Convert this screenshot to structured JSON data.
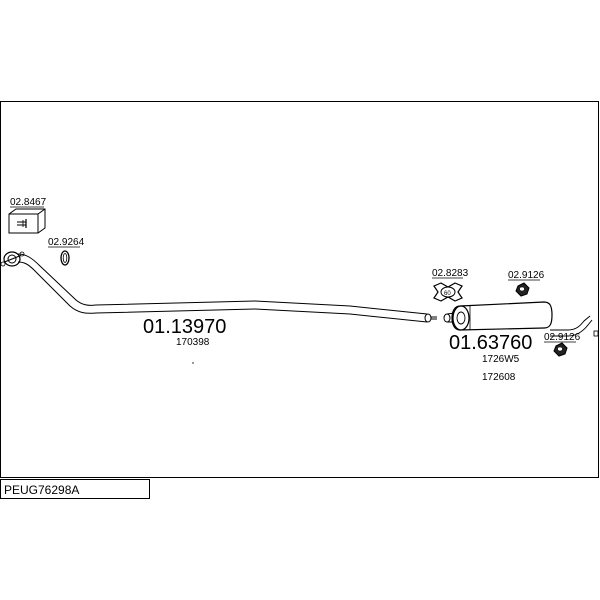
{
  "diagram": {
    "code": "PEUG76298A",
    "parts": [
      {
        "id": "02.8467"
      },
      {
        "id": "02.9264"
      },
      {
        "id": "02.8283",
        "marking": "60"
      },
      {
        "id": "02.9126"
      },
      {
        "id": "02.9126"
      }
    ],
    "sections": [
      {
        "number": "01.13970",
        "refs": [
          "170398"
        ]
      },
      {
        "number": "01.63760",
        "refs": [
          "1726W5",
          "172608"
        ]
      }
    ]
  }
}
